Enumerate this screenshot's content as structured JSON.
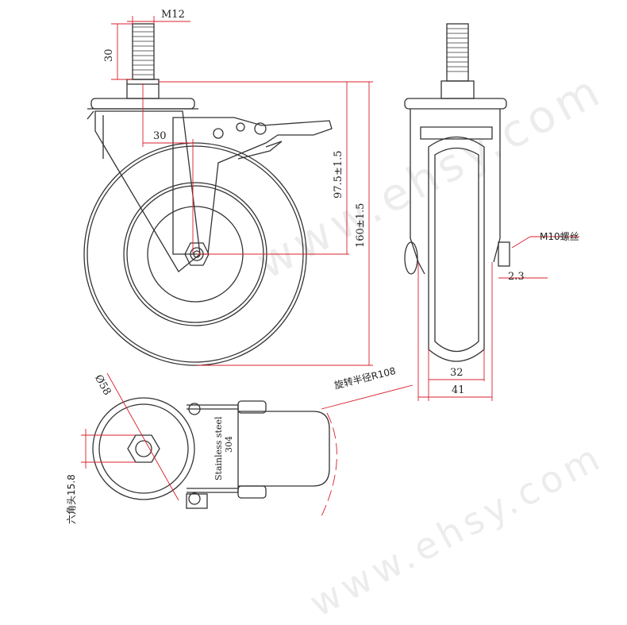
{
  "watermark": "www.ehsy.com",
  "dimensions": {
    "thread_size": "M12",
    "thread_length": "30",
    "offset": "30",
    "brake_height": "97.5±1.5",
    "total_height": "160±1.5",
    "bolt": "M10螺丝",
    "gap": "2.3",
    "tread_width": "32",
    "wheel_width": "41",
    "plate_diameter": "Ø58",
    "swivel_radius": "旋转半径R108",
    "hex_head": "六角头15.8",
    "material_line1": "Stainless steel",
    "material_line2": "304"
  },
  "colors": {
    "outline": "#333333",
    "dimension": "#d9202c",
    "watermark": "#e6e6e6"
  }
}
